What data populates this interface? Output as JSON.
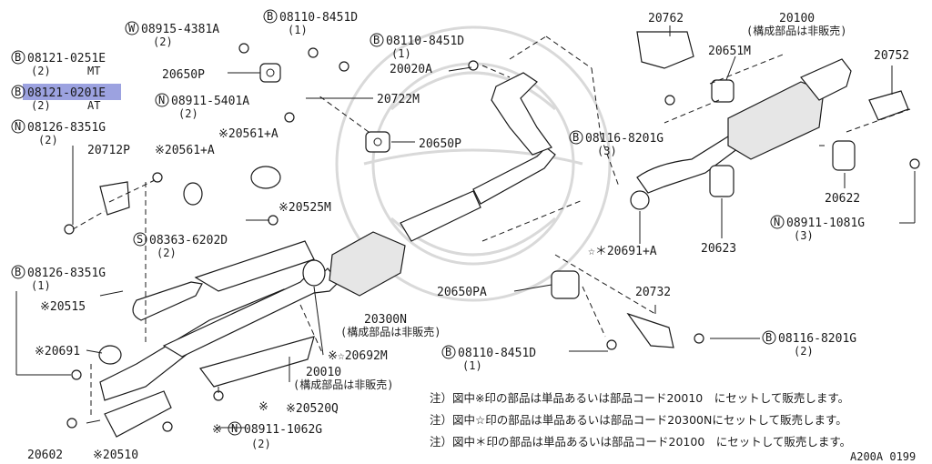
{
  "figure": {
    "code": "A200A 0199"
  },
  "callouts": [
    {
      "prefix": "W",
      "number": "08915-4381A",
      "qty": "(2)"
    },
    {
      "prefix": "B",
      "number": "08110-8451D",
      "qty": "(1)",
      "id": "b1"
    },
    {
      "prefix": "B",
      "number": "08110-8451D",
      "qty": "(1)",
      "id": "b2"
    },
    {
      "prefix": "B",
      "number": "08121-0251E",
      "qty": "(2)",
      "note": "MT"
    },
    {
      "prefix": "B",
      "number": "08121-0201E",
      "qty": "(2)",
      "note": "AT",
      "highlighted": true
    },
    {
      "prefix": "N",
      "number": "08911-5401A",
      "qty": "(2)"
    },
    {
      "prefix": "N",
      "number": "08126-8351G",
      "qty": "(2)"
    },
    {
      "prefix": "S",
      "number": "08363-6202D",
      "qty": "(2)"
    },
    {
      "prefix": "B",
      "number": "08126-8351G",
      "qty": "(1)",
      "id": "b3"
    },
    {
      "prefix": "B",
      "number": "08116-8201G",
      "qty": "(3)",
      "id": "b4"
    },
    {
      "prefix": "N",
      "number": "08911-1081G",
      "qty": "(3)"
    },
    {
      "prefix": "B",
      "number": "08110-8451D",
      "qty": "(1)",
      "id": "b5"
    },
    {
      "prefix": "B",
      "number": "08116-8201G",
      "qty": "(2)",
      "id": "b6"
    },
    {
      "prefix": "N",
      "number": "08911-1062G",
      "qty": "(2)"
    }
  ],
  "parts": {
    "p20650P_a": "20650P",
    "p20650P_b": "20650P",
    "p20722M": "20722M",
    "p20020A": "20020A",
    "p20762": "20762",
    "p20100": "20100",
    "p20100_note": "(構成部品は非販売)",
    "p20651M": "20651M",
    "p20752": "20752",
    "p20561A_1": "※20561+A",
    "p20561A_2": "※20561+A",
    "p20712P": "20712P",
    "p20525M": "※20525M",
    "p20622": "20622",
    "p20623": "20623",
    "p20691A_star": "☆＊20691+A",
    "p20515": "※20515",
    "p20691": "※20691",
    "p20650PA": "20650PA",
    "p20732": "20732",
    "p20300N": "20300N",
    "p20300N_note": "(構成部品は非販売)",
    "p20692M": "※☆20692M",
    "p20010": "20010",
    "p20010_note": "(構成部品は非販売)",
    "p20520Q": "※20520Q",
    "bolt_mark": "※",
    "p20602": "20602",
    "p20510": "※20510",
    "n08911_mark": "※"
  },
  "notes": [
    "注）図中※印の部品は単品あるいは部品コード20010　にセットして販売します。",
    "注）図中☆印の部品は単品あるいは部品コード20300Nにセットして販売します。",
    "注）図中＊印の部品は単品あるいは部品コード20100　にセットして販売します。"
  ]
}
